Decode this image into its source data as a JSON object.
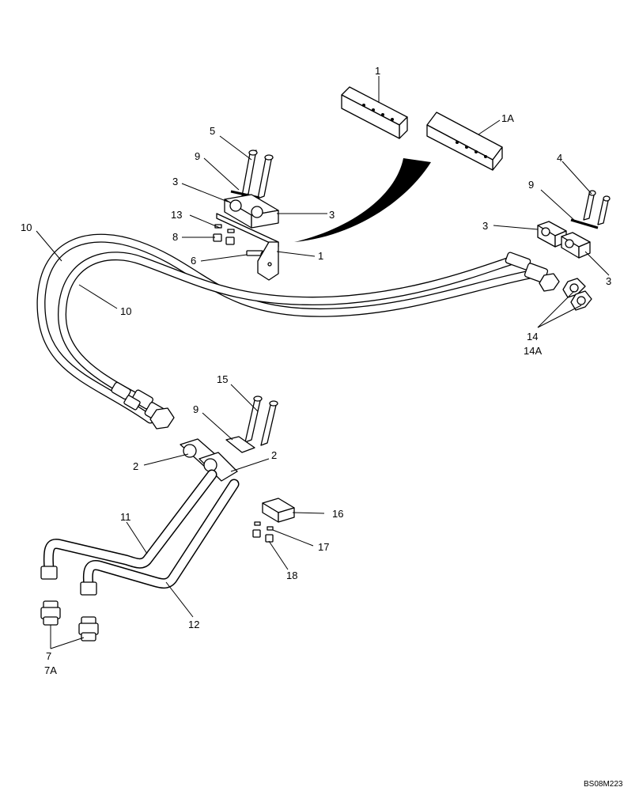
{
  "diagram": {
    "drawing_code": "BS08M223",
    "callouts": {
      "c1_top": "1",
      "c1a": "1A",
      "c5": "5",
      "c9_upper": "9",
      "c3_left_upper": "3",
      "c3_left_right": "3",
      "c13": "13",
      "c8": "8",
      "c6": "6",
      "c1_bracket": "1",
      "c10_outer": "10",
      "c10_inner": "10",
      "c4": "4",
      "c9_right": "9",
      "c3_right_left": "3",
      "c3_right_lower": "3",
      "c14": "14",
      "c14a": "14A",
      "c15": "15",
      "c9_lower": "9",
      "c2_left": "2",
      "c2_right": "2",
      "c16": "16",
      "c11": "11",
      "c17": "17",
      "c18": "18",
      "c12": "12",
      "c7": "7",
      "c7a": "7A"
    }
  }
}
